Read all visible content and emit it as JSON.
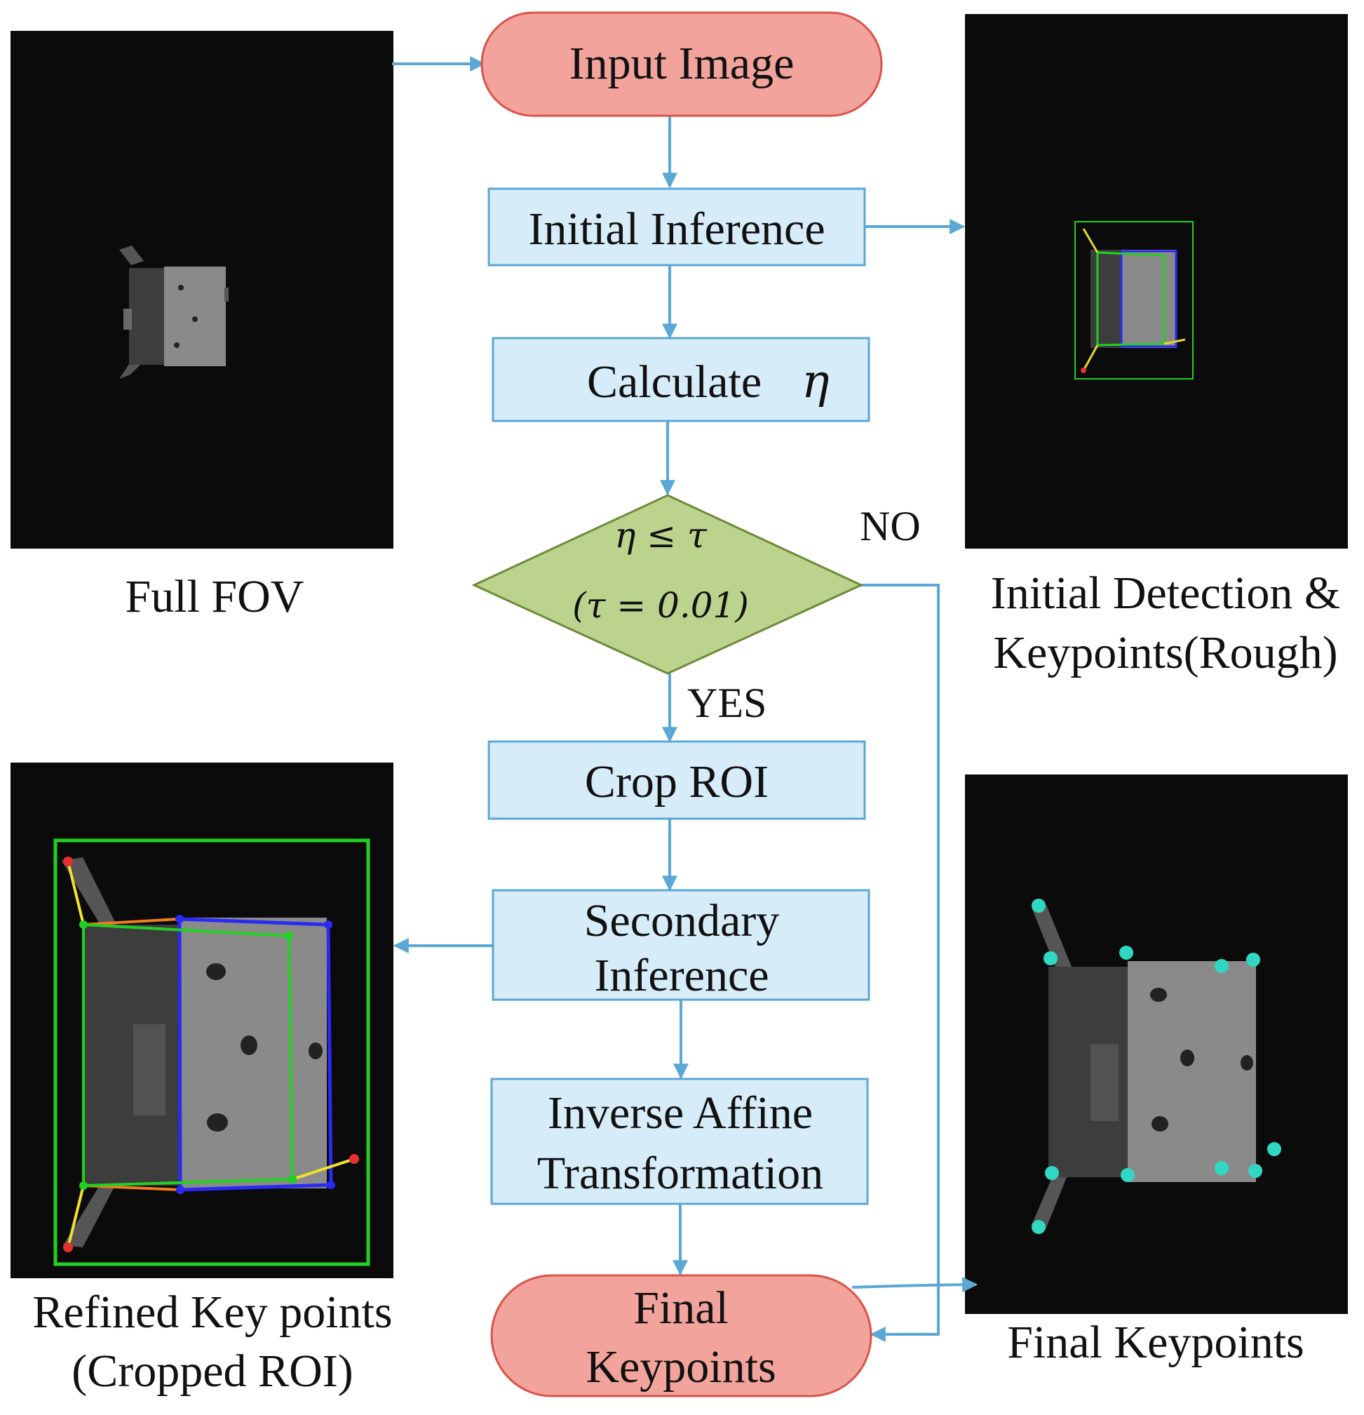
{
  "nodes": {
    "input_image": "Input Image",
    "initial_inference": "Initial Inference",
    "calculate": {
      "text": "Calculate",
      "symbol": "η"
    },
    "decision": {
      "condition": "η ≤ τ",
      "threshold": "(τ = 0.01)"
    },
    "crop_roi": "Crop ROI",
    "secondary_inference": [
      "Secondary",
      "Inference"
    ],
    "inverse_affine": [
      "Inverse Affine",
      "Transformation"
    ],
    "final_keypoints": [
      "Final",
      "Keypoints"
    ]
  },
  "branches": {
    "yes": "YES",
    "no": "NO"
  },
  "captions": {
    "full_fov": "Full FOV",
    "initial_detection": [
      "Initial Detection &",
      "Keypoints(Rough)"
    ],
    "refined_keypoints": [
      "Refined Key points",
      "(Cropped ROI)"
    ],
    "final_keypoints": "Final Keypoints"
  },
  "colors": {
    "terminal_fill": "#f2a39c",
    "terminal_stroke": "#d9534a",
    "process_fill": "#d7ecf9",
    "process_stroke": "#5ba7d6",
    "decision_fill": "#bcd38e",
    "decision_stroke": "#6e8a37",
    "arrow": "#5ba7d6",
    "image_bg": "#0b0b0b"
  }
}
